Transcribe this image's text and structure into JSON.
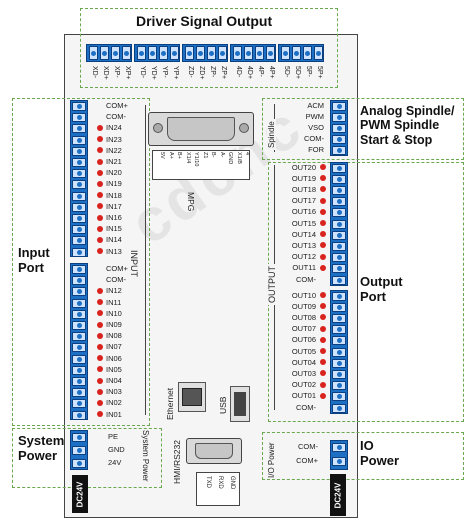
{
  "callouts": {
    "driver_signal_output": "Driver Signal Output",
    "input_port": [
      "Input",
      "Port"
    ],
    "system_power": [
      "System",
      "Power"
    ],
    "analog_spindle": [
      "Analog Spindle/",
      "PWM Spindle",
      "Start & Stop"
    ],
    "output_port": [
      "Output",
      "Port"
    ],
    "io_power": [
      "IO",
      "Power"
    ]
  },
  "top_terminal_labels": [
    "XD-",
    "XD+",
    "XP-",
    "XP+",
    "YD-",
    "YD+",
    "YP-",
    "YP+",
    "ZD-",
    "ZD+",
    "ZP-",
    "ZP+",
    "4D-",
    "4D+",
    "4P-",
    "4P+",
    "5D-",
    "5D+",
    "5P-",
    "5P+"
  ],
  "input": {
    "section_label": "INPUT",
    "upper": [
      "COM+",
      "COM-",
      "IN24",
      "IN23",
      "IN22",
      "IN21",
      "IN20",
      "IN19",
      "IN18",
      "IN17",
      "IN16",
      "IN15",
      "IN14",
      "IN13"
    ],
    "lower": [
      "COM+",
      "COM-",
      "IN12",
      "IN11",
      "IN10",
      "IN09",
      "IN08",
      "IN07",
      "IN06",
      "IN05",
      "IN04",
      "IN03",
      "IN02",
      "IN01"
    ]
  },
  "spindle": {
    "section_label": "Spindle",
    "labels": [
      "ACM",
      "PWM",
      "VSO",
      "COM-",
      "FOR"
    ]
  },
  "output": {
    "section_label": "OUTPUT",
    "upper": [
      "OUT20",
      "OUT19",
      "OUT18",
      "OUT17",
      "OUT16",
      "OUT15",
      "OUT14",
      "OUT13",
      "OUT12",
      "OUT11",
      "COM-"
    ],
    "lower": [
      "OUT10",
      "OUT09",
      "OUT08",
      "OUT07",
      "OUT06",
      "OUT05",
      "OUT04",
      "OUT03",
      "OUT02",
      "OUT01",
      "COM-"
    ]
  },
  "system_power": {
    "section_label": "System Power",
    "labels": [
      "PE",
      "GND",
      "24V"
    ],
    "badge": "DC24V"
  },
  "io_power": {
    "section_label": "I/O Power",
    "labels": [
      "COM-",
      "COM+"
    ],
    "badge": "DC24V"
  },
  "connectors": {
    "mpg": "MPG",
    "usb": "USB",
    "ethernet": "Ethernet",
    "hmi": "HMI/RS232",
    "mpg_pins": [
      "5V",
      "A+",
      "B+",
      "X1/4",
      "Y1/10",
      "Z1",
      "B-",
      "A-",
      "GND",
      "X1/B",
      "4"
    ],
    "hmi_pins": [
      "TXD",
      "RXD",
      "GND"
    ]
  },
  "watermark": "cdcnc"
}
